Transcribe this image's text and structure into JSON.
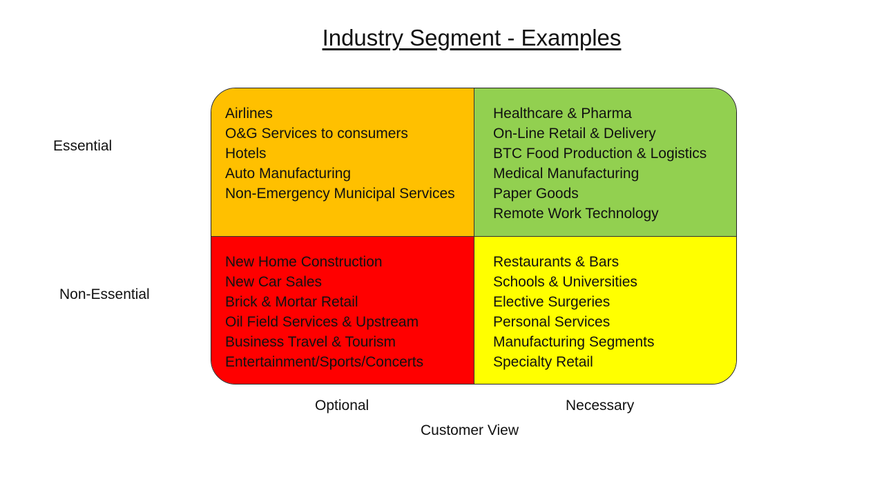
{
  "title": "Industry Segment - Examples",
  "row_labels": {
    "top": "Essential",
    "bottom": "Non-Essential"
  },
  "column_labels": {
    "left": "Optional",
    "right": "Necessary"
  },
  "x_axis_label": "Customer View",
  "quadrants": {
    "top_left": {
      "color": "#FFC000",
      "items": [
        "Airlines",
        "O&G Services to consumers",
        "Hotels",
        "Auto Manufacturing",
        "Non-Emergency Municipal Services"
      ]
    },
    "top_right": {
      "color": "#92D050",
      "items": [
        "Healthcare & Pharma",
        "On-Line Retail & Delivery",
        "BTC Food Production & Logistics",
        "Medical Manufacturing",
        "Paper Goods",
        "Remote Work Technology"
      ]
    },
    "bottom_left": {
      "color": "#FF0000",
      "items": [
        "New Home Construction",
        "New Car Sales",
        "Brick & Mortar Retail",
        "Oil Field Services & Upstream",
        "Business Travel & Tourism",
        "Entertainment/Sports/Concerts"
      ]
    },
    "bottom_right": {
      "color": "#FFFF00",
      "items": [
        "Restaurants & Bars",
        "Schools & Universities",
        "Elective Surgeries",
        "Personal Services",
        "Manufacturing Segments",
        "Specialty Retail"
      ]
    }
  }
}
